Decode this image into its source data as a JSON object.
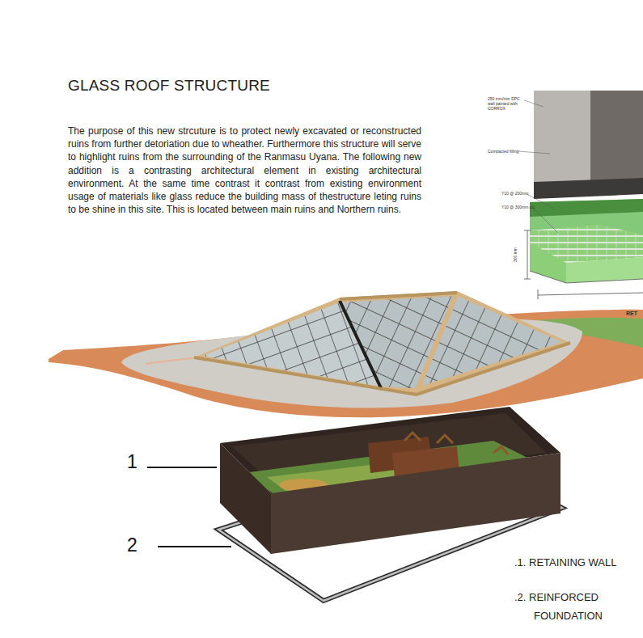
{
  "diagram": {
    "title": "GLASS ROOF STRUCTURE",
    "labels": [
      "The purpose of this new strcuture is to protect newly excavated or reconstructed ruins from further detoriation due to wheather. Furthermore this structure will serve to highlight ruins from the surrounding of the Ranmasu Uyana. The following new addition is a contrasting architectural element in existing architectural environment. At the same time contrast it contrast from existing environment usage of materials like glass reduce the building mass of thestructure leting ruins to be shine in this site. This is located between main ruins and Northern ruins.",
      "250 mm/mm DPC wall painted with CORROX",
      "Compacted filling",
      "Y10 @ 200mm",
      "Y10 @ 300mm c/c",
      "300 mm",
      "RET",
      "1",
      "2",
      ".1. RETAINING WALL",
      ".2. REINFORCED FOUNDATION"
    ]
  }
}
